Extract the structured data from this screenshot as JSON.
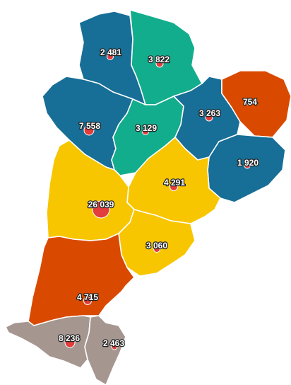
{
  "colors": {
    "blue": "#176e96",
    "teal": "#12ad8c",
    "orange": "#d94a00",
    "yellow": "#f7c600",
    "taupe": "#a59690",
    "marker": "#e23c3c"
  },
  "departments": [
    {
      "id": "deux-sevres",
      "value": 2481,
      "label": "2 481",
      "color": "blue"
    },
    {
      "id": "vienne",
      "value": 3822,
      "label": "3 822",
      "color": "teal"
    },
    {
      "id": "charente-maritime",
      "value": 7558,
      "label": "7 558",
      "color": "blue"
    },
    {
      "id": "charente",
      "value": 3129,
      "label": "3 129",
      "color": "teal"
    },
    {
      "id": "haute-vienne",
      "value": 3263,
      "label": "3 263",
      "color": "blue"
    },
    {
      "id": "creuse",
      "value": 754,
      "label": "754",
      "color": "orange"
    },
    {
      "id": "correze",
      "value": 1920,
      "label": "1 920",
      "color": "blue"
    },
    {
      "id": "dordogne",
      "value": 4291,
      "label": "4 291",
      "color": "yellow"
    },
    {
      "id": "gironde",
      "value": 26039,
      "label": "26 039",
      "color": "yellow"
    },
    {
      "id": "lot-et-garonne",
      "value": 3060,
      "label": "3 060",
      "color": "yellow"
    },
    {
      "id": "landes",
      "value": 4715,
      "label": "4 715",
      "color": "orange"
    },
    {
      "id": "pyrenees-atlantiques-ouest",
      "value": 8236,
      "label": "8 236",
      "color": "taupe"
    },
    {
      "id": "pyrenees-atlantiques-est",
      "value": 2463,
      "label": "2 463",
      "color": "taupe"
    }
  ]
}
